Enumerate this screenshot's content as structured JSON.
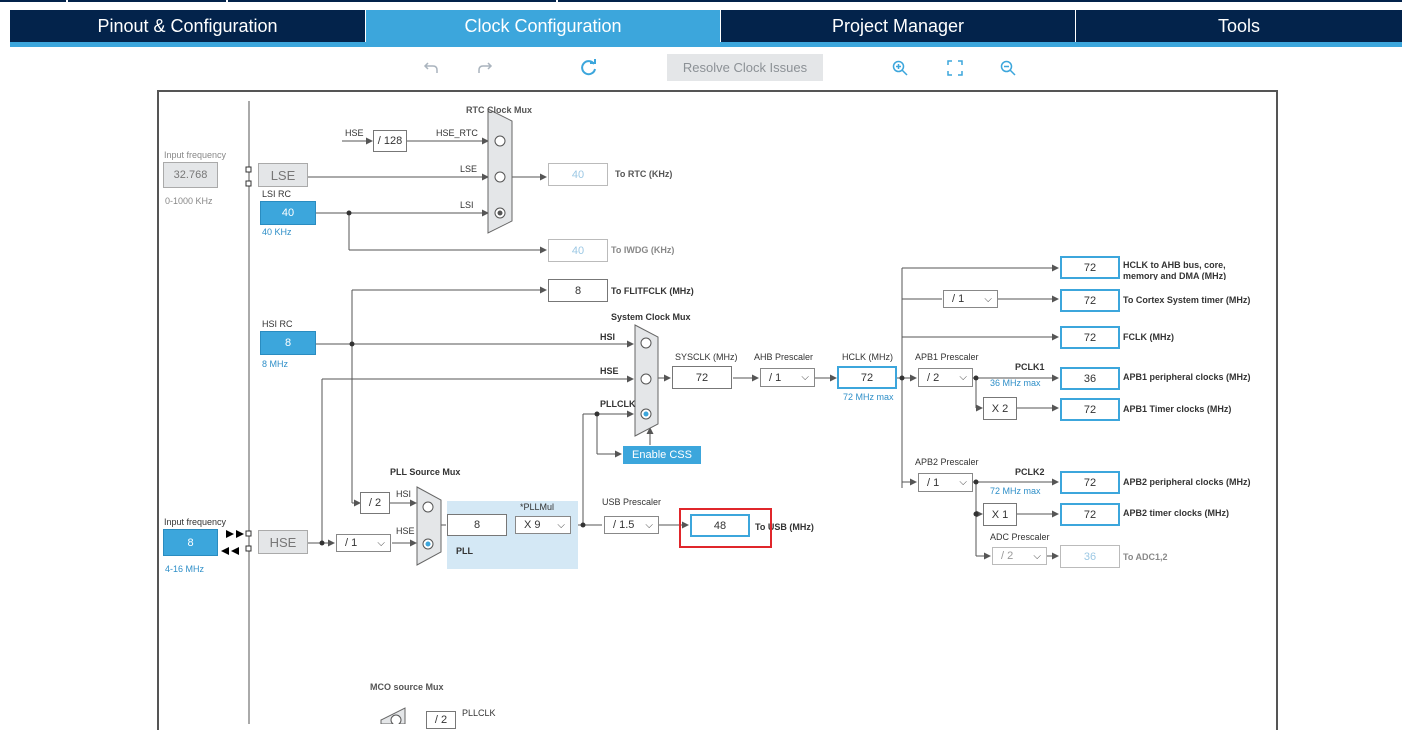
{
  "tabs": [
    {
      "label": "Pinout & Configuration",
      "active": false
    },
    {
      "label": "Clock Configuration",
      "active": true
    },
    {
      "label": "Project Manager",
      "active": false
    },
    {
      "label": "Tools",
      "active": false
    }
  ],
  "toolbar": {
    "undo_icon": "undo-icon",
    "redo_icon": "redo-icon",
    "refresh_icon": "refresh-icon",
    "resolve_label": "Resolve Clock Issues",
    "zoom_in_icon": "zoom-in-icon",
    "fit_icon": "fit-to-screen-icon",
    "zoom_out_icon": "zoom-out-icon"
  },
  "diagram": {
    "lse": {
      "input_freq_label": "Input frequency",
      "input_value": "32.768",
      "range": "0-1000 KHz",
      "block_label": "LSE"
    },
    "lsi": {
      "title": "LSI RC",
      "value": "40",
      "freq": "40 KHz"
    },
    "rtc_mux": {
      "title": "RTC Clock Mux",
      "hse_label": "HSE",
      "divider": "/ 128",
      "hse_rtc": "HSE_RTC",
      "lse": "LSE",
      "lsi": "LSI",
      "rtc_value": "40",
      "rtc_label": "To RTC (KHz)",
      "iwdg_value": "40",
      "iwdg_label": "To IWDG (KHz)"
    },
    "flit": {
      "value": "8",
      "label": "To FLITFCLK (MHz)"
    },
    "hsi": {
      "title": "HSI RC",
      "value": "8",
      "freq": "8 MHz"
    },
    "sys_mux": {
      "title": "System Clock Mux",
      "hsi": "HSI",
      "hse": "HSE",
      "pllclk": "PLLCLK",
      "enable_css": "Enable CSS"
    },
    "sysclk": {
      "label": "SYSCLK (MHz)",
      "value": "72"
    },
    "ahb": {
      "label": "AHB Prescaler",
      "value": "/ 1"
    },
    "hclk": {
      "label": "HCLK (MHz)",
      "value": "72",
      "max": "72 MHz max"
    },
    "apb1": {
      "label": "APB1 Prescaler",
      "value": "/ 2",
      "pclk": "PCLK1",
      "max": "36 MHz max",
      "x": "X 2"
    },
    "apb2": {
      "label": "APB2 Prescaler",
      "value": "/ 1",
      "pclk": "PCLK2",
      "max": "72 MHz max",
      "x": "X 1"
    },
    "adc": {
      "label": "ADC Prescaler",
      "value": "/ 2"
    },
    "cortex_div": "/ 1",
    "outputs": [
      {
        "value": "72",
        "label": "HCLK to AHB bus, core, memory and DMA (MHz)"
      },
      {
        "value": "72",
        "label": "To Cortex System timer (MHz)"
      },
      {
        "value": "72",
        "label": "FCLK (MHz)"
      },
      {
        "value": "36",
        "label": "APB1 peripheral clocks (MHz)"
      },
      {
        "value": "72",
        "label": "APB1 Timer clocks (MHz)"
      },
      {
        "value": "72",
        "label": "APB2 peripheral clocks (MHz)"
      },
      {
        "value": "72",
        "label": "APB2 timer clocks (MHz)"
      },
      {
        "value": "36",
        "label": "To ADC1,2"
      }
    ],
    "pll_src_mux": {
      "title": "PLL Source Mux",
      "hsi_div": "/ 2",
      "hsi": "HSI",
      "hse": "HSE"
    },
    "hse": {
      "input_freq_label": "Input frequency",
      "value": "8",
      "range": "4-16 MHz",
      "block_label": "HSE",
      "div": "/ 1"
    },
    "pll": {
      "label": "PLL",
      "input": "8",
      "mul_label": "*PLLMul",
      "mul": "X 9"
    },
    "usb": {
      "label": "USB Prescaler",
      "div": "/ 1.5",
      "value": "48",
      "out_label": "To USB (MHz)"
    },
    "mco": {
      "title": "MCO source Mux",
      "div": "/ 2",
      "pllclk": "PLLCLK"
    }
  }
}
